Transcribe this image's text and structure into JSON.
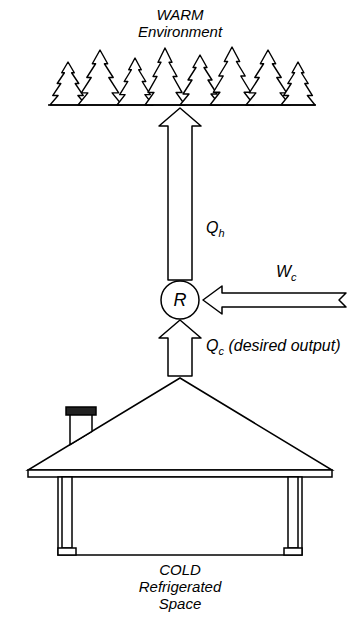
{
  "diagram": {
    "nodes": [
      {
        "text": [
          "WARM Environment"
        ]
      },
      {
        "text": [
          "R"
        ]
      },
      {
        "text": [
          "COLD Refrigerated Space"
        ]
      }
    ],
    "edges": [
      {
        "from": 2,
        "to": 1,
        "arrow": "to",
        "label": "Qc (desired output)"
      },
      {
        "from": 1,
        "to": 0,
        "arrow": "to",
        "label": "Qh"
      }
    ],
    "labels": [
      "Wc"
    ]
  }
}
